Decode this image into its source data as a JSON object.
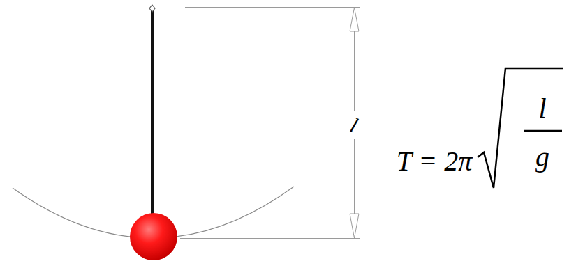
{
  "diagram": {
    "labels": [
      "l",
      "T = 2π",
      "l",
      "g"
    ]
  }
}
